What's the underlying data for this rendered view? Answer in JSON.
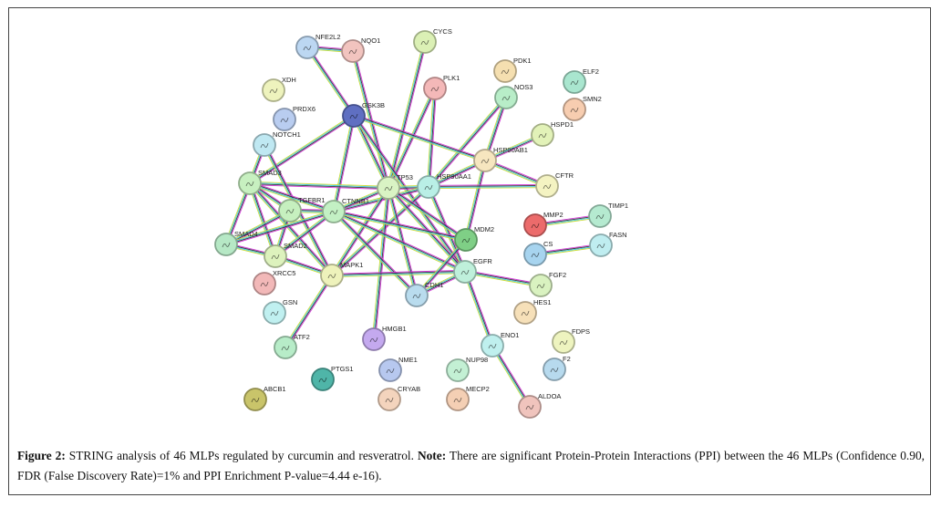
{
  "network": {
    "nodes": [
      {
        "id": "NFE2L2",
        "color": "#bcd7f2"
      },
      {
        "id": "NQO1",
        "color": "#f2c4bf"
      },
      {
        "id": "CYCS",
        "color": "#dbf0b5"
      },
      {
        "id": "PDK1",
        "color": "#f5dfb0"
      },
      {
        "id": "ELF2",
        "color": "#a9e6cf"
      },
      {
        "id": "PLK1",
        "color": "#f4b8b8"
      },
      {
        "id": "NOS3",
        "color": "#b8edc8"
      },
      {
        "id": "SMN2",
        "color": "#f7cdb0"
      },
      {
        "id": "XDH",
        "color": "#eef3bd"
      },
      {
        "id": "PRDX6",
        "color": "#b9cdf0"
      },
      {
        "id": "GSK3B",
        "color": "#5f6fc2"
      },
      {
        "id": "NOTCH1",
        "color": "#bfe8f2"
      },
      {
        "id": "HSPD1",
        "color": "#e2f2b8"
      },
      {
        "id": "HSP90AB1",
        "color": "#f6e6bf"
      },
      {
        "id": "SMAD3",
        "color": "#c7f0c0"
      },
      {
        "id": "TP53",
        "color": "#d9f3c4"
      },
      {
        "id": "HSP90AA1",
        "color": "#b9efe6"
      },
      {
        "id": "CFTR",
        "color": "#f4f3c2"
      },
      {
        "id": "TGFBR1",
        "color": "#c6f0bf"
      },
      {
        "id": "CTNNB1",
        "color": "#c3f0c4"
      },
      {
        "id": "MMP2",
        "color": "#ec6b6b"
      },
      {
        "id": "TIMP1",
        "color": "#b5ead0"
      },
      {
        "id": "SMAD4",
        "color": "#b6e8c5"
      },
      {
        "id": "SMAD2",
        "color": "#ddf2bd"
      },
      {
        "id": "MDM2",
        "color": "#7fcf86"
      },
      {
        "id": "CS",
        "color": "#a7d4ef"
      },
      {
        "id": "FASN",
        "color": "#bfedf0"
      },
      {
        "id": "EGFR",
        "color": "#bff0db"
      },
      {
        "id": "XRCC5",
        "color": "#f2b8b8"
      },
      {
        "id": "MAPK1",
        "color": "#eef2bb"
      },
      {
        "id": "FGF2",
        "color": "#d9f2c0"
      },
      {
        "id": "CDH1",
        "color": "#b9dcee"
      },
      {
        "id": "HES1",
        "color": "#f6e0b9"
      },
      {
        "id": "GSN",
        "color": "#c0f0f0"
      },
      {
        "id": "HMGB1",
        "color": "#c4a9ef"
      },
      {
        "id": "ENO1",
        "color": "#bff0ee"
      },
      {
        "id": "FDPS",
        "color": "#eef4bf"
      },
      {
        "id": "ATF2",
        "color": "#b7ecc8"
      },
      {
        "id": "PTGS1",
        "color": "#4fb5a8"
      },
      {
        "id": "NME1",
        "color": "#b7c8ef"
      },
      {
        "id": "NUP98",
        "color": "#c3f0d4"
      },
      {
        "id": "F2",
        "color": "#b7daee"
      },
      {
        "id": "ABCB1",
        "color": "#c9c46a"
      },
      {
        "id": "CRYAB",
        "color": "#f4d4bd"
      },
      {
        "id": "MECP2",
        "color": "#f4cfb4"
      },
      {
        "id": "ALDOA",
        "color": "#f0c4bd"
      }
    ],
    "edges": [
      [
        "NFE2L2",
        "NQO1"
      ],
      [
        "NFE2L2",
        "GSK3B"
      ],
      [
        "NQO1",
        "TP53"
      ],
      [
        "CYCS",
        "TP53"
      ],
      [
        "PLK1",
        "TP53"
      ],
      [
        "PLK1",
        "HSP90AA1"
      ],
      [
        "NOS3",
        "HSP90AA1"
      ],
      [
        "NOS3",
        "HSP90AB1"
      ],
      [
        "GSK3B",
        "SMAD3"
      ],
      [
        "GSK3B",
        "CTNNB1"
      ],
      [
        "GSK3B",
        "TP53"
      ],
      [
        "GSK3B",
        "HSP90AB1"
      ],
      [
        "GSK3B",
        "EGFR"
      ],
      [
        "HSPD1",
        "HSP90AB1"
      ],
      [
        "HSP90AB1",
        "HSP90AA1"
      ],
      [
        "HSP90AB1",
        "CFTR"
      ],
      [
        "HSP90AB1",
        "MDM2"
      ],
      [
        "HSP90AA1",
        "CFTR"
      ],
      [
        "HSP90AA1",
        "TP53"
      ],
      [
        "HSP90AA1",
        "EGFR"
      ],
      [
        "HSP90AA1",
        "CTNNB1"
      ],
      [
        "HSP90AA1",
        "MAPK1"
      ],
      [
        "TP53",
        "MDM2"
      ],
      [
        "TP53",
        "SMAD3"
      ],
      [
        "TP53",
        "CTNNB1"
      ],
      [
        "TP53",
        "MAPK1"
      ],
      [
        "TP53",
        "HMGB1"
      ],
      [
        "TP53",
        "EGFR"
      ],
      [
        "TP53",
        "CDH1"
      ],
      [
        "NOTCH1",
        "SMAD3"
      ],
      [
        "NOTCH1",
        "MAPK1"
      ],
      [
        "SMAD3",
        "TGFBR1"
      ],
      [
        "SMAD3",
        "SMAD4"
      ],
      [
        "SMAD3",
        "SMAD2"
      ],
      [
        "SMAD3",
        "CTNNB1"
      ],
      [
        "SMAD3",
        "MAPK1"
      ],
      [
        "TGFBR1",
        "SMAD4"
      ],
      [
        "TGFBR1",
        "SMAD2"
      ],
      [
        "TGFBR1",
        "CTNNB1"
      ],
      [
        "CTNNB1",
        "SMAD4"
      ],
      [
        "CTNNB1",
        "SMAD2"
      ],
      [
        "CTNNB1",
        "CDH1"
      ],
      [
        "CTNNB1",
        "EGFR"
      ],
      [
        "CTNNB1",
        "MDM2"
      ],
      [
        "SMAD4",
        "SMAD2"
      ],
      [
        "SMAD2",
        "MAPK1"
      ],
      [
        "MAPK1",
        "ATF2"
      ],
      [
        "MAPK1",
        "EGFR"
      ],
      [
        "EGFR",
        "CDH1"
      ],
      [
        "EGFR",
        "FGF2"
      ],
      [
        "EGFR",
        "ENO1"
      ],
      [
        "ENO1",
        "ALDOA"
      ],
      [
        "MMP2",
        "TIMP1"
      ],
      [
        "CS",
        "FASN"
      ],
      [
        "MDM2",
        "CDH1"
      ]
    ],
    "edge_colors": [
      "#d23ad8",
      "#333333",
      "#3ec6e0",
      "#c9dc3a"
    ]
  },
  "caption": {
    "figure_label": "Figure 2:",
    "text": " STRING analysis of 46 MLPs regulated by curcumin and resveratrol. ",
    "note_label": "Note:",
    "note_text": " There are significant Protein-Protein Interactions (PPI) between the 46 MLPs (Confidence 0.90, FDR (False Discovery Rate)=1% and PPI Enrichment P-value=4.44 e-16)."
  }
}
